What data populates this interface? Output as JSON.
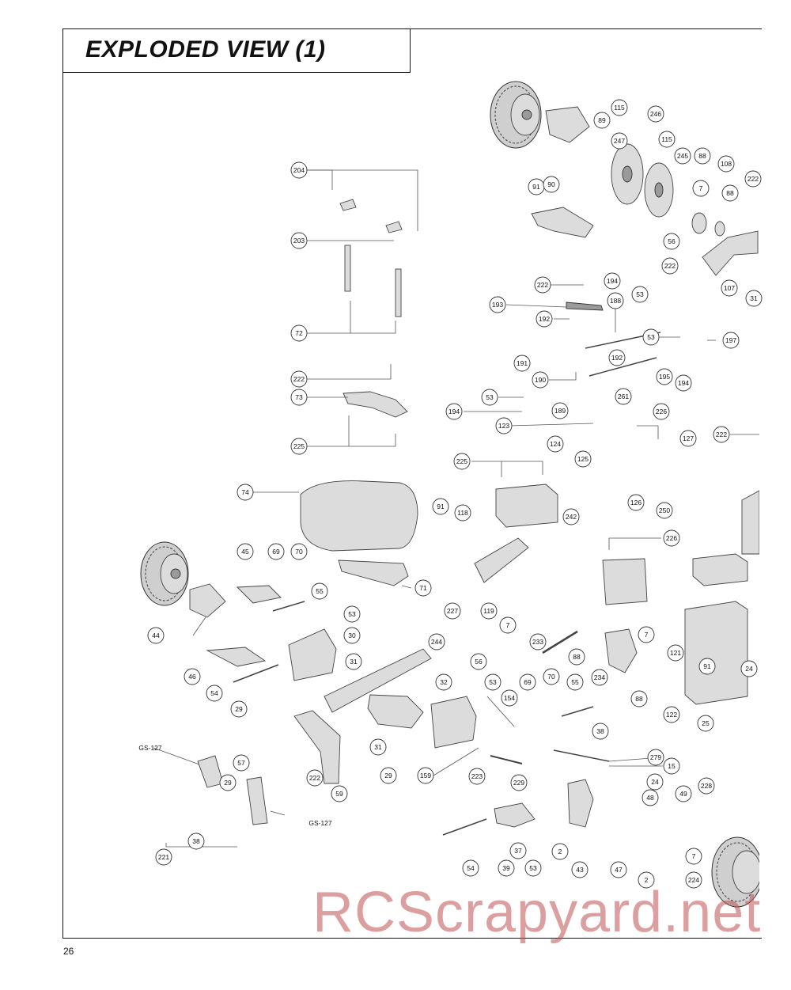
{
  "page": {
    "title": "EXPLODED VIEW (1)",
    "page_number": "26",
    "watermark": "RCScrapyard.net"
  },
  "callouts": [
    {
      "id": "c-115a",
      "label": "115"
    },
    {
      "id": "c-89",
      "label": "89"
    },
    {
      "id": "c-246",
      "label": "246"
    },
    {
      "id": "c-247",
      "label": "247"
    },
    {
      "id": "c-115b",
      "label": "115"
    },
    {
      "id": "c-245",
      "label": "245"
    },
    {
      "id": "c-88a",
      "label": "88"
    },
    {
      "id": "c-108",
      "label": "108"
    },
    {
      "id": "c-222a",
      "label": "222"
    },
    {
      "id": "c-91a",
      "label": "91"
    },
    {
      "id": "c-90",
      "label": "90"
    },
    {
      "id": "c-7a",
      "label": "7"
    },
    {
      "id": "c-88b",
      "label": "88"
    },
    {
      "id": "c-56a",
      "label": "56"
    },
    {
      "id": "c-222b",
      "label": "222"
    },
    {
      "id": "c-107",
      "label": "107"
    },
    {
      "id": "c-31a",
      "label": "31"
    },
    {
      "id": "c-204",
      "label": "204"
    },
    {
      "id": "c-203",
      "label": "203"
    },
    {
      "id": "c-72",
      "label": "72"
    },
    {
      "id": "c-222c",
      "label": "222"
    },
    {
      "id": "c-73",
      "label": "73"
    },
    {
      "id": "c-225a",
      "label": "225"
    },
    {
      "id": "c-222d",
      "label": "222"
    },
    {
      "id": "c-194a",
      "label": "194"
    },
    {
      "id": "c-53a",
      "label": "53"
    },
    {
      "id": "c-193",
      "label": "193"
    },
    {
      "id": "c-188",
      "label": "188"
    },
    {
      "id": "c-192a",
      "label": "192"
    },
    {
      "id": "c-53b",
      "label": "53"
    },
    {
      "id": "c-197",
      "label": "197"
    },
    {
      "id": "c-191",
      "label": "191"
    },
    {
      "id": "c-192b",
      "label": "192"
    },
    {
      "id": "c-195",
      "label": "195"
    },
    {
      "id": "c-190",
      "label": "190"
    },
    {
      "id": "c-194b",
      "label": "194"
    },
    {
      "id": "c-261",
      "label": "261"
    },
    {
      "id": "c-53c",
      "label": "53"
    },
    {
      "id": "c-194c",
      "label": "194"
    },
    {
      "id": "c-189",
      "label": "189"
    },
    {
      "id": "c-226a",
      "label": "226"
    },
    {
      "id": "c-123",
      "label": "123"
    },
    {
      "id": "c-222e",
      "label": "222"
    },
    {
      "id": "c-124",
      "label": "124"
    },
    {
      "id": "c-127",
      "label": "127"
    },
    {
      "id": "c-125",
      "label": "125"
    },
    {
      "id": "c-225b",
      "label": "225"
    },
    {
      "id": "c-126",
      "label": "126"
    },
    {
      "id": "c-250",
      "label": "250"
    },
    {
      "id": "c-74",
      "label": "74"
    },
    {
      "id": "c-91b",
      "label": "91"
    },
    {
      "id": "c-118",
      "label": "118"
    },
    {
      "id": "c-242",
      "label": "242"
    },
    {
      "id": "c-226b",
      "label": "226"
    },
    {
      "id": "c-45",
      "label": "45"
    },
    {
      "id": "c-69a",
      "label": "69"
    },
    {
      "id": "c-70a",
      "label": "70"
    },
    {
      "id": "c-55a",
      "label": "55"
    },
    {
      "id": "c-71",
      "label": "71"
    },
    {
      "id": "c-227",
      "label": "227"
    },
    {
      "id": "c-119",
      "label": "119"
    },
    {
      "id": "c-7b",
      "label": "7"
    },
    {
      "id": "c-44",
      "label": "44"
    },
    {
      "id": "c-53d",
      "label": "53"
    },
    {
      "id": "c-30",
      "label": "30"
    },
    {
      "id": "c-244",
      "label": "244"
    },
    {
      "id": "c-233",
      "label": "233"
    },
    {
      "id": "c-7c",
      "label": "7"
    },
    {
      "id": "c-31b",
      "label": "31"
    },
    {
      "id": "c-46",
      "label": "46"
    },
    {
      "id": "c-88c",
      "label": "88"
    },
    {
      "id": "c-121",
      "label": "121"
    },
    {
      "id": "c-234",
      "label": "234"
    },
    {
      "id": "c-91c",
      "label": "91"
    },
    {
      "id": "c-24a",
      "label": "24"
    },
    {
      "id": "c-56b",
      "label": "56"
    },
    {
      "id": "c-32",
      "label": "32"
    },
    {
      "id": "c-53e",
      "label": "53"
    },
    {
      "id": "c-69b",
      "label": "69"
    },
    {
      "id": "c-70b",
      "label": "70"
    },
    {
      "id": "c-55b",
      "label": "55"
    },
    {
      "id": "c-54a",
      "label": "54"
    },
    {
      "id": "c-88d",
      "label": "88"
    },
    {
      "id": "c-29a",
      "label": "29"
    },
    {
      "id": "c-154",
      "label": "154"
    },
    {
      "id": "c-122",
      "label": "122"
    },
    {
      "id": "c-25",
      "label": "25"
    },
    {
      "id": "c-38a",
      "label": "38"
    },
    {
      "id": "c-31c",
      "label": "31"
    },
    {
      "id": "c-gs127a",
      "label": "GS-127"
    },
    {
      "id": "c-57",
      "label": "57"
    },
    {
      "id": "c-279",
      "label": "279"
    },
    {
      "id": "c-29b",
      "label": "29"
    },
    {
      "id": "c-159",
      "label": "159"
    },
    {
      "id": "c-223",
      "label": "223"
    },
    {
      "id": "c-15",
      "label": "15"
    },
    {
      "id": "c-222f",
      "label": "222"
    },
    {
      "id": "c-59",
      "label": "59"
    },
    {
      "id": "c-29c",
      "label": "29"
    },
    {
      "id": "c-229",
      "label": "229"
    },
    {
      "id": "c-24b",
      "label": "24"
    },
    {
      "id": "c-49",
      "label": "49"
    },
    {
      "id": "c-228",
      "label": "228"
    },
    {
      "id": "c-48",
      "label": "48"
    },
    {
      "id": "c-gs127b",
      "label": "GS-127"
    },
    {
      "id": "c-38b",
      "label": "38"
    },
    {
      "id": "c-221",
      "label": "221"
    },
    {
      "id": "c-37",
      "label": "37"
    },
    {
      "id": "c-2a",
      "label": "2"
    },
    {
      "id": "c-7d",
      "label": "7"
    },
    {
      "id": "c-54b",
      "label": "54"
    },
    {
      "id": "c-39",
      "label": "39"
    },
    {
      "id": "c-53f",
      "label": "53"
    },
    {
      "id": "c-43",
      "label": "43"
    },
    {
      "id": "c-47",
      "label": "47"
    },
    {
      "id": "c-2b",
      "label": "2"
    },
    {
      "id": "c-224",
      "label": "224"
    }
  ]
}
